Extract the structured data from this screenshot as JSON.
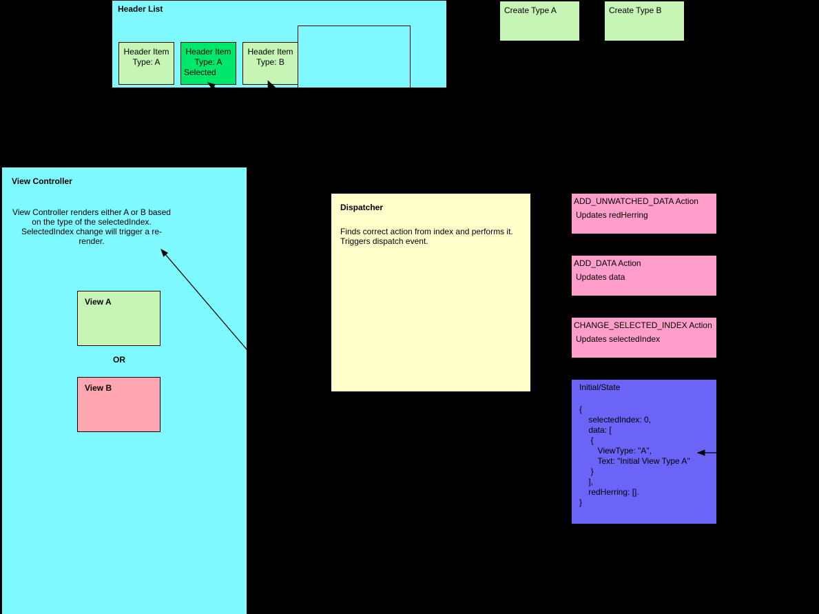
{
  "diagram": {
    "title": "Flux architecture flow diagram",
    "background_color": "#000000"
  },
  "header_list": {
    "title": "Header List",
    "panel_color": "#7DF9FF",
    "items": [
      {
        "line1": "Header Item",
        "line2": "Type: A",
        "line3": "",
        "selected": false,
        "color": "#C6F5B5"
      },
      {
        "line1": "Header Item",
        "line2": "Type: A",
        "line3": "Selected",
        "selected": true,
        "color": "#00E86B"
      },
      {
        "line1": "Header Item",
        "line2": "Type: B",
        "line3": "",
        "selected": false,
        "color": "#C6F5B5"
      }
    ]
  },
  "create_buttons": [
    {
      "label": "Create Type A",
      "color": "#C6F5B5"
    },
    {
      "label": "Create Type B",
      "color": "#C6F5B5"
    }
  ],
  "view_controller": {
    "title": "View Controller",
    "description": "View Controller renders either A or B based on the type of the selectedIndex. SelectedIndex change will trigger a re-render.",
    "or_label": "OR",
    "view_a": {
      "label": "View A",
      "color": "#C6F5B5"
    },
    "view_b": {
      "label": "View B",
      "color": "#FFA6B0"
    }
  },
  "dispatcher": {
    "title": "Dispatcher",
    "description": "Finds correct action from index and performs it. Triggers dispatch event.",
    "color": "#FFFFCC"
  },
  "actions": [
    {
      "title": "ADD_UNWATCHED_DATA Action",
      "description": "Updates redHerring",
      "color": "#FF9ECB"
    },
    {
      "title": "ADD_DATA Action",
      "description": "Updates data",
      "color": "#FF9ECB"
    },
    {
      "title": "CHANGE_SELECTED_INDEX Action",
      "description": "Updates  selectedIndex",
      "color": "#FF9ECB"
    }
  ],
  "state": {
    "title": "Initial/State",
    "color": "#6C63F7",
    "code": "{\n    selectedIndex: 0,\n    data: [\n     {\n        ViewType: \"A\",\n        Text: \"Initial View Type A\"\n     }\n    ],\n    redHerring: [].\n}"
  }
}
